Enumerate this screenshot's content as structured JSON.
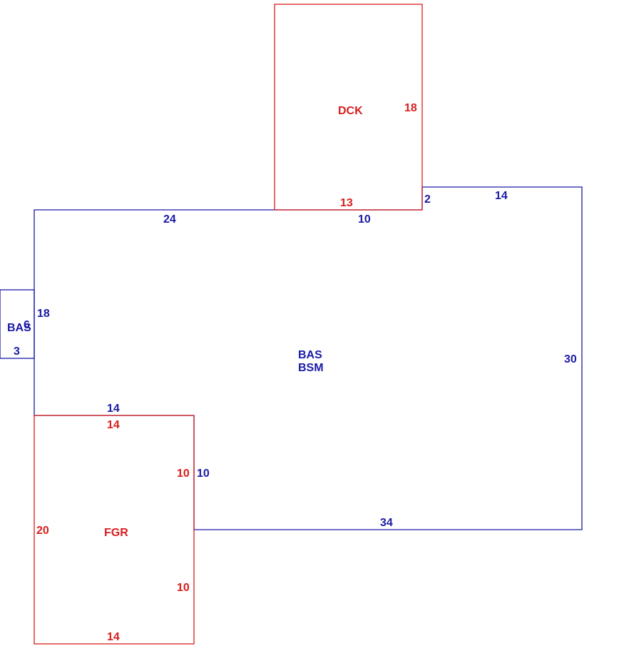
{
  "colors": {
    "bas": "#1a1aa6",
    "other": "#d81e1e",
    "background": "#ffffff"
  },
  "areas": {
    "bas_main": {
      "code1": "BAS",
      "code2": "BSM"
    },
    "bas_small": {
      "code": "BAS"
    },
    "dck": {
      "code": "DCK"
    },
    "fgr": {
      "code": "FGR"
    }
  },
  "dimensions": {
    "main_top_left": "24",
    "main_top_under_deck": "10",
    "main_step": "2",
    "main_top_right": "14",
    "main_right": "30",
    "main_bottom": "34",
    "main_step_lower": "10",
    "main_top_of_garage": "14",
    "main_left": "18",
    "small_depth": "3",
    "small_width": "6",
    "dck_right": "18",
    "dck_bottom": "13",
    "fgr_top": "14",
    "fgr_right_upper": "10",
    "fgr_right_lower": "10",
    "fgr_left": "20",
    "fgr_bottom": "14"
  }
}
